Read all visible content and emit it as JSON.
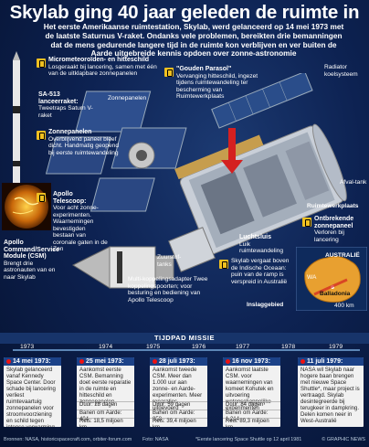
{
  "title": "Skylab ging 40 jaar geleden de ruimte in",
  "intro": "Het eerste Amerikaanse ruimtestation, Skylab, werd gelanceerd op 14 mei 1973 met de laatste Saturnus V-raket. Ondanks vele problemen, bereikten drie bemanningen dat de mens gedurende langere tijd in de ruimte kon verblijven en ver buiten de Aarde uitgebreide kennis opdoen over zonne-astronomie",
  "labels": {
    "micrometeor": {
      "title": "Micrometeoroïden- en hitteschild",
      "text": "Losgeraakt bij lancering, samen met één van de uitklapbare zonnepanelen"
    },
    "sa513": {
      "title": "SA-513 lanceerraket:",
      "text": "Tweetraps Saturn V-raket"
    },
    "zonnepanelen_small": {
      "text": "Zonnepanelen"
    },
    "zonnepanelen": {
      "title": "Zonnepanelen",
      "text": "Overblijvend paneel bleef dicht. Handmatig geopend bij eerste ruimtewandeling"
    },
    "parasol": {
      "title": "\"Gouden Parasol\"",
      "text": "Vervanging hitteschild, ingezet tijdens ruimtewandeling ter bescherming van Ruimtewerkplaats"
    },
    "radiator": {
      "text": "Radiator koelsysteem"
    },
    "apollo_scope": {
      "title": "Apollo Telescoop:",
      "text": "Voor acht zonne-experimenten. Waarnemingen bevestigden bestaan van coronale gaten in de Zon"
    },
    "csm": {
      "title": "Apollo Command/Service Module (CSM)",
      "text": "Brengt drie astronauten van en naar Skylab"
    },
    "zuurstof": {
      "text": "Zuurstof-tanks"
    },
    "multi": {
      "text": "Multi-koppelingsadapter Twee koppelingspoorten; voor besturing en bediening van Apollo Telescoop"
    },
    "luchtsluis": {
      "title": "Luchtsluis",
      "text": "Luik ruimtewandeling"
    },
    "afval": {
      "text": "Afval-tank"
    },
    "werkplaats": {
      "text": "Ruimtewerkplaats"
    },
    "onbrekende": {
      "title": "Ontbrekende zonnepaneel",
      "text": "Verloren bij lancering"
    },
    "skylab_valt": {
      "text": "Skylab vergaat boven de Indische Oceaan: puin van de ramp is verspreid in Australië"
    },
    "inslag": {
      "text": "Inslaggebied"
    }
  },
  "map": {
    "title": "AUSTRALIË",
    "wa": "WA",
    "town": "Balladonia",
    "scale": "400 km"
  },
  "timeline_title": "TIJDPAD MISSIE",
  "years": [
    "1973",
    "1974",
    "1975",
    "1976",
    "1977",
    "1978",
    "1979"
  ],
  "cards": [
    {
      "date": "14 mei 1973:",
      "text": "Skylab gelanceerd vanaf Kennedy Space Center. Door schade bij lancering verliest ruimtevaartuig zonnepanelen voor stroomvoorziening en schild tegen intense verwarming door de zon",
      "stats": []
    },
    {
      "date": "25 mei 1973:",
      "text": "Aankomst eerste CSM. Bemanning doet eerste reparatie in de ruimte en hitteschild en zonnepanelen",
      "stats": [
        "Duur: 28 dagen",
        "Banen om Aarde: 404",
        "Reis: 18,5 miljoen km"
      ]
    },
    {
      "date": "28 juli 1973:",
      "text": "Aankomst tweede CSM. Meer dan 1.000 uur aan zonne- en Aarde-experimenten. Meer reparaties uitgevoerd",
      "stats": [
        "Duur: 59 dagen",
        "Banen om Aarde: 858",
        "Reis: 39,4 miljoen km"
      ]
    },
    {
      "date": "16 nov 1973:",
      "text": "Aankomst laatste CSM. voor waarnemingen van komeet Kohutek en uitvoering wetenschappelijke experimenten",
      "stats": [
        "Duur: 84 dagen",
        "Banen om Aarde: 1.214",
        "Reis: 89,3 miljoen km"
      ]
    },
    {
      "date": "11 juli 1979:",
      "text": "NASA wil Skylab naar hogere baan brengen met nieuwe Space Shuttle*, maar project is vertraagd. Skylab desintegreerde bij terugkeer in dampkring. Delen komen neer in West-Australië",
      "stats": []
    }
  ],
  "footer": {
    "sources": "Bronnen: NASA, historicspacecraft.com, orbiter-forum.com",
    "photo": "Foto: NASA",
    "note": "*Eerste lancering Space Shuttle op 12 april 1981",
    "copyright": "© GRAPHIC NEWS"
  },
  "colors": {
    "accent": "#f0c020",
    "title_bg": "#0d2252",
    "card_header": "#1c4288",
    "alert": "#e11"
  }
}
